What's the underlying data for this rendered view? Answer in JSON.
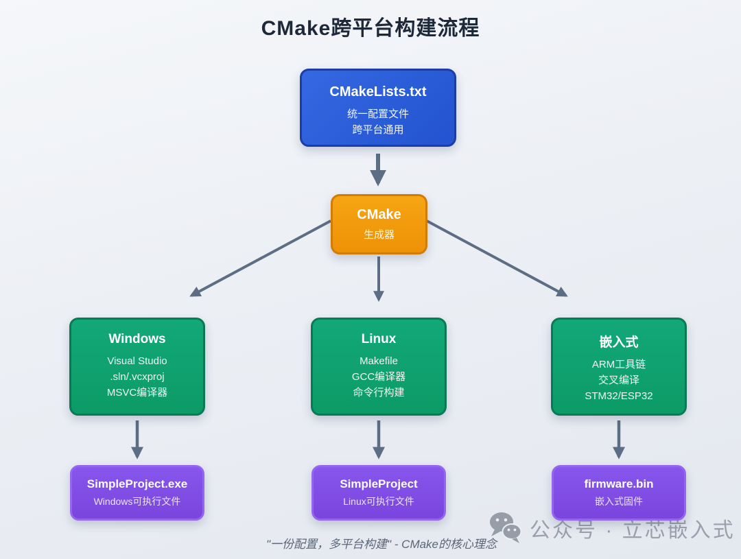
{
  "title": "CMake跨平台构建流程",
  "nodes": {
    "cmakelists": {
      "title": "CMakeLists.txt",
      "lines": [
        "统一配置文件",
        "跨平台通用"
      ]
    },
    "cmake": {
      "title": "CMake",
      "lines": [
        "生成器"
      ]
    },
    "windows": {
      "title": "Windows",
      "lines": [
        "Visual Studio",
        ".sln/.vcxproj",
        "MSVC编译器"
      ]
    },
    "linux": {
      "title": "Linux",
      "lines": [
        "Makefile",
        "GCC编译器",
        "命令行构建"
      ]
    },
    "embedded": {
      "title": "嵌入式",
      "lines": [
        "ARM工具链",
        "交叉编译",
        "STM32/ESP32"
      ]
    },
    "windows_output": {
      "title": "SimpleProject.exe",
      "lines": [
        "Windows可执行文件"
      ]
    },
    "linux_output": {
      "title": "SimpleProject",
      "lines": [
        "Linux可执行文件"
      ]
    },
    "embedded_output": {
      "title": "firmware.bin",
      "lines": [
        "嵌入式固件"
      ]
    }
  },
  "caption": "\"一份配置，多平台构建\" - CMake的核心理念",
  "watermark": {
    "icon": "wechat-icon",
    "text": "公众号 · 立芯嵌入式"
  },
  "colors": {
    "config_blue": "#2a58d5",
    "generator_orange": "#f19c0d",
    "platform_green": "#0fa06e",
    "output_purple": "#7f4ce4",
    "arrow_slate": "#5d6e84"
  }
}
